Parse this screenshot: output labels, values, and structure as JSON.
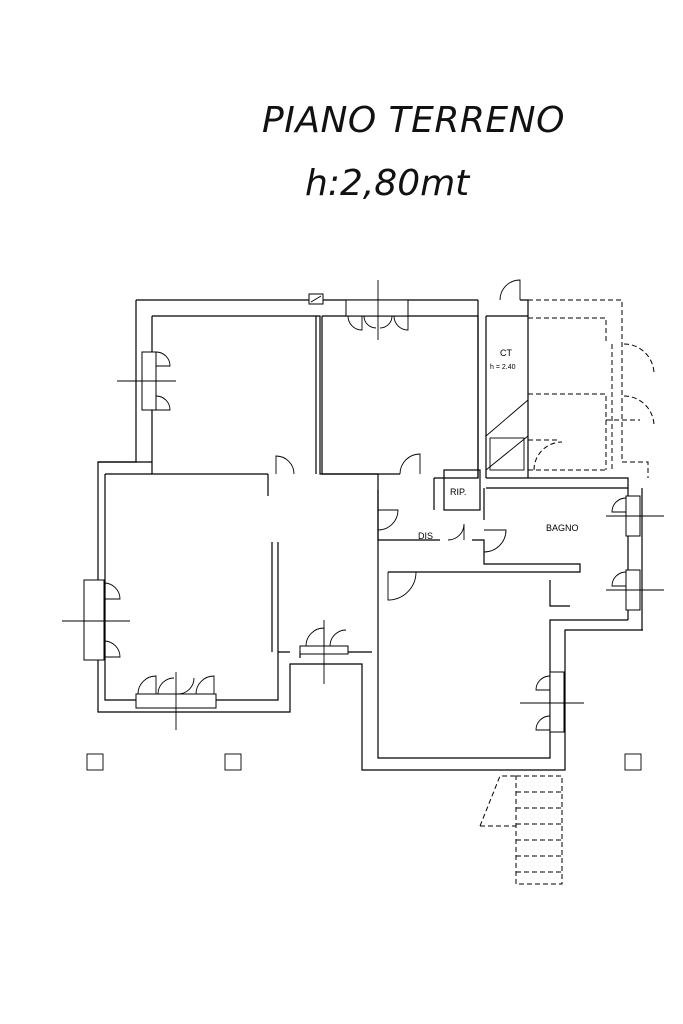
{
  "header": {
    "title": "PIANO TERRENO",
    "height_label": "h:2,80mt"
  },
  "rooms": {
    "ct": "CT",
    "ct_height": "h = 2.40",
    "rip": "RIP.",
    "dis": "DIS",
    "bagno": "BAGNO"
  }
}
